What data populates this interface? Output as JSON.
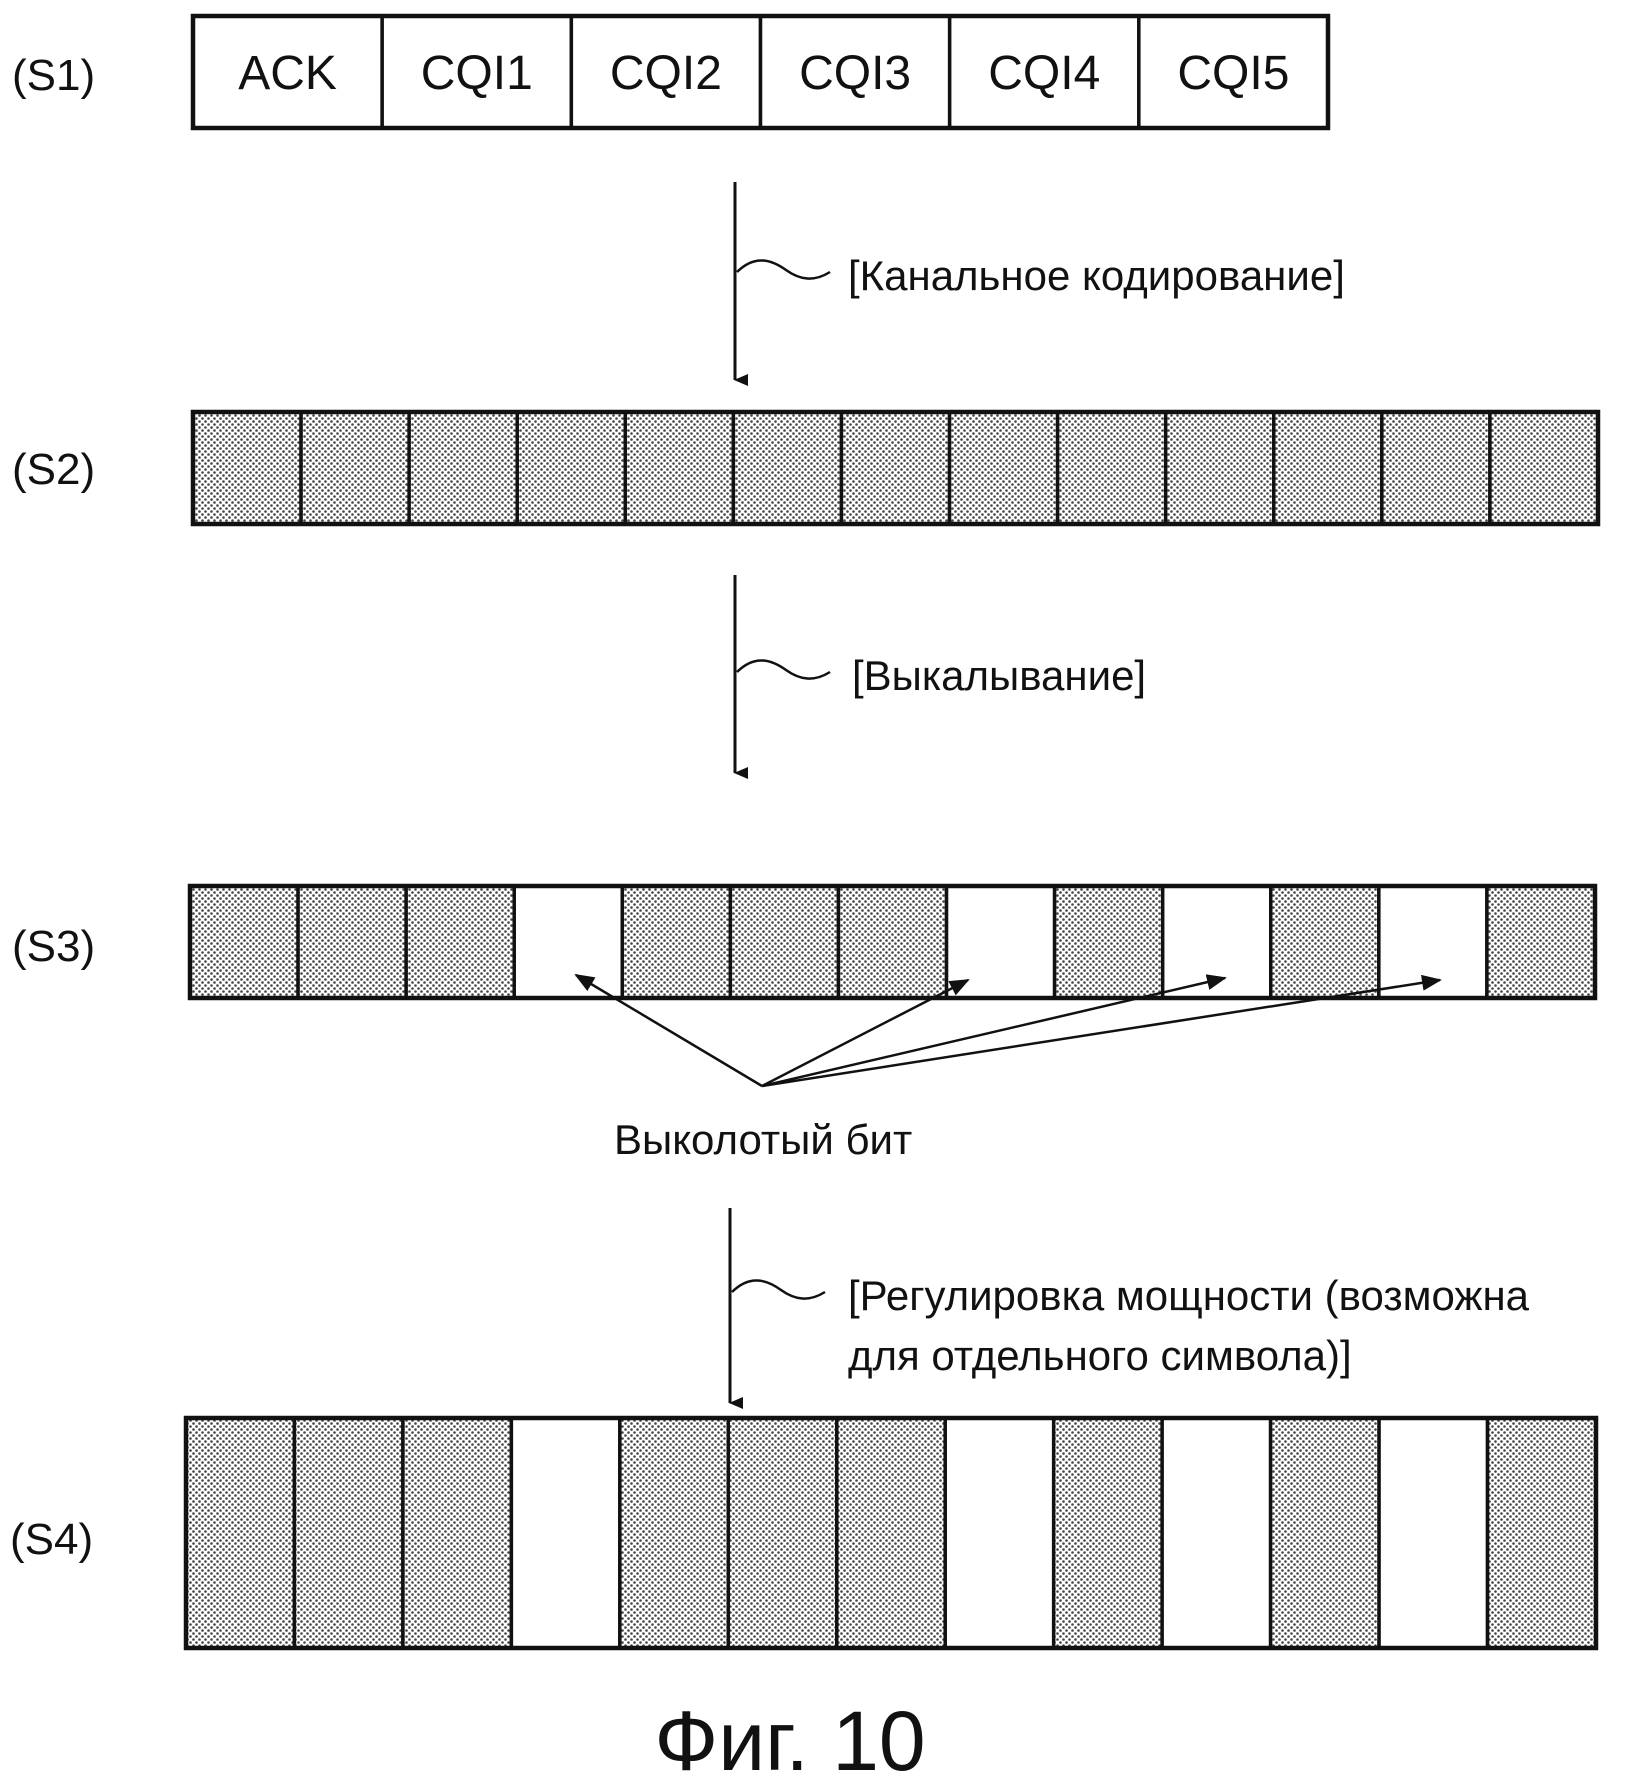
{
  "steps": {
    "s1": {
      "label": "(S1)",
      "fields": [
        "ACK",
        "CQI1",
        "CQI2",
        "CQI3",
        "CQI4",
        "CQI5"
      ]
    },
    "s2": {
      "label": "(S2)",
      "symbol_states": [
        "coded",
        "coded",
        "coded",
        "coded",
        "coded",
        "coded",
        "coded",
        "coded",
        "coded",
        "coded",
        "coded",
        "coded",
        "coded"
      ]
    },
    "s3": {
      "label": "(S3)",
      "symbol_states": [
        "coded",
        "coded",
        "coded",
        "punctured",
        "coded",
        "coded",
        "coded",
        "punctured",
        "coded",
        "punctured",
        "coded",
        "punctured",
        "coded"
      ]
    },
    "s4": {
      "label": "(S4)",
      "symbol_states": [
        "coded",
        "coded",
        "coded",
        "punctured",
        "coded",
        "coded",
        "coded",
        "punctured",
        "coded",
        "punctured",
        "coded",
        "punctured",
        "coded"
      ]
    }
  },
  "processes": {
    "channel_coding": "[Канальное кодирование]",
    "puncturing": "[Выкалывание]",
    "power_control_line1": "[Регулировка мощности (возможна",
    "power_control_line2": "для отдельного символа)]"
  },
  "annotation": {
    "punctured_bit": "Выколотый бит"
  },
  "caption": "Фиг. 10",
  "colors": {
    "ink": "#111111",
    "coded_fill": "#bdbdbd",
    "punctured_fill": "#ffffff",
    "background": "#ffffff"
  }
}
